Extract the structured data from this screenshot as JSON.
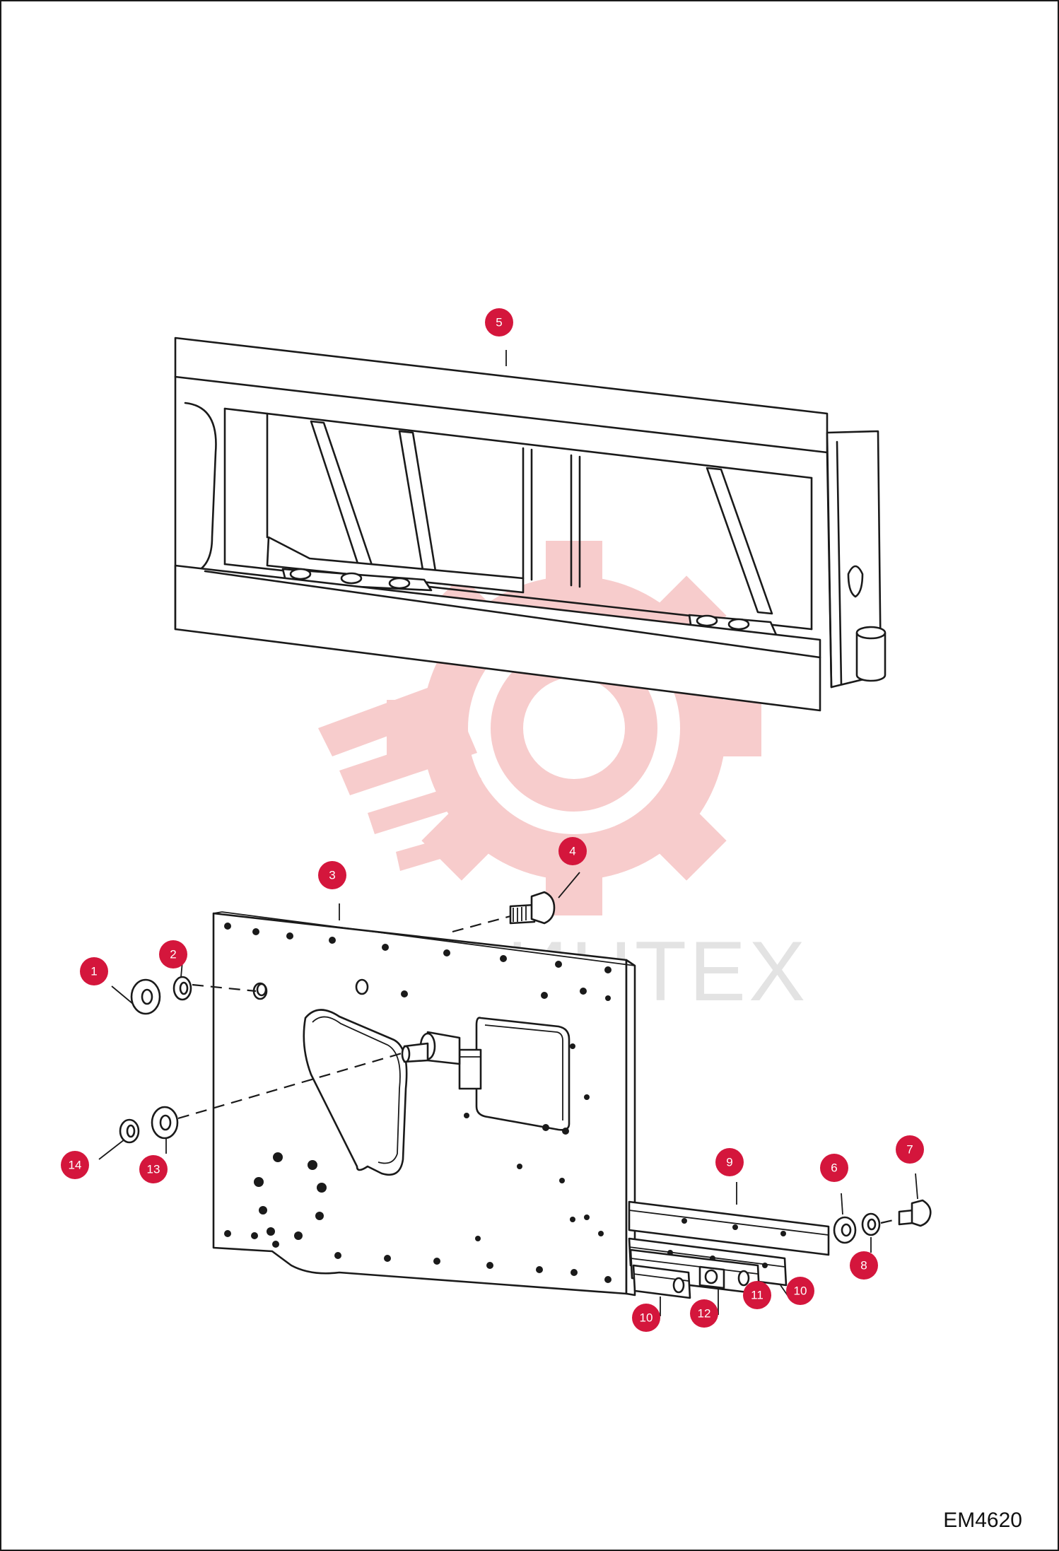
{
  "document_code": "EM4620",
  "watermark_text": "ИНТЕХ",
  "colors": {
    "callout": "#d4163c",
    "watermark": "#f6c7c7",
    "line": "#1a1a1a"
  },
  "callouts": [
    {
      "id": "5",
      "label": "5"
    },
    {
      "id": "4",
      "label": "4"
    },
    {
      "id": "3",
      "label": "3"
    },
    {
      "id": "2",
      "label": "2"
    },
    {
      "id": "1",
      "label": "1"
    },
    {
      "id": "14",
      "label": "14"
    },
    {
      "id": "13",
      "label": "13"
    },
    {
      "id": "9",
      "label": "9"
    },
    {
      "id": "6",
      "label": "6"
    },
    {
      "id": "7",
      "label": "7"
    },
    {
      "id": "8",
      "label": "8"
    },
    {
      "id": "10a",
      "label": "10"
    },
    {
      "id": "11",
      "label": "11"
    },
    {
      "id": "10b",
      "label": "10"
    },
    {
      "id": "12",
      "label": "12"
    }
  ]
}
